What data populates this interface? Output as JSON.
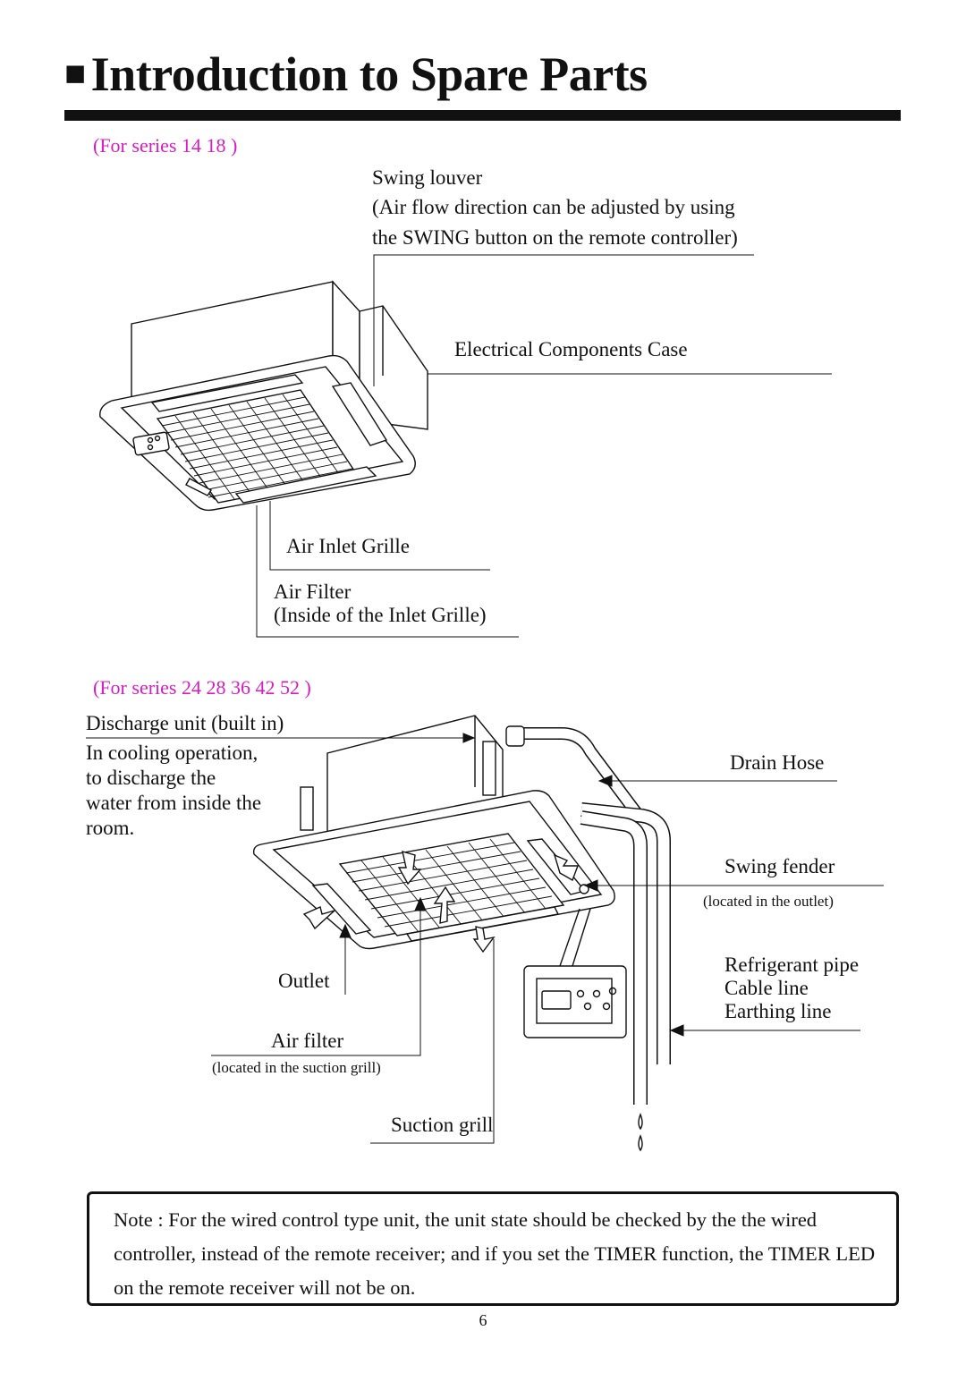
{
  "page": {
    "title_icon": "black-square-bullet",
    "title": "Introduction to Spare Parts",
    "page_number": "6"
  },
  "series_a": {
    "heading": "(For series 14 18 )",
    "swing_louver": "Swing louver",
    "swing_note_1": "(Air flow direction can be adjusted by using",
    "swing_note_2": "the SWING button on the remote controller)",
    "electrical_case": "Electrical Components Case",
    "air_inlet_grille": "Air Inlet Grille",
    "air_filter": "Air Filter",
    "air_filter_note": "(Inside of the Inlet Grille)"
  },
  "series_b": {
    "heading": "(For series 24 28 36 42 52 )",
    "discharge_unit": "Discharge unit (built in)",
    "cooling_1": "In cooling operation,",
    "cooling_2": "to discharge the",
    "cooling_3": "water from inside the",
    "cooling_4": "room.",
    "drain_hose": "Drain Hose",
    "swing_fender": "Swing fender",
    "swing_fender_note": "(located in the outlet)",
    "refrigerant_pipe": "Refrigerant pipe",
    "cable_line": "Cable line",
    "earthing_line": "Earthing line",
    "outlet": "Outlet",
    "air_filter": "Air filter",
    "air_filter_note": "(located in the suction grill)",
    "suction_grill": "Suction grill"
  },
  "note": {
    "text": "Note : For the wired control type unit, the unit state should be checked by the the wired controller, instead of the remote receiver; and if you set the TIMER function, the TIMER LED on the remote receiver will not be on."
  }
}
